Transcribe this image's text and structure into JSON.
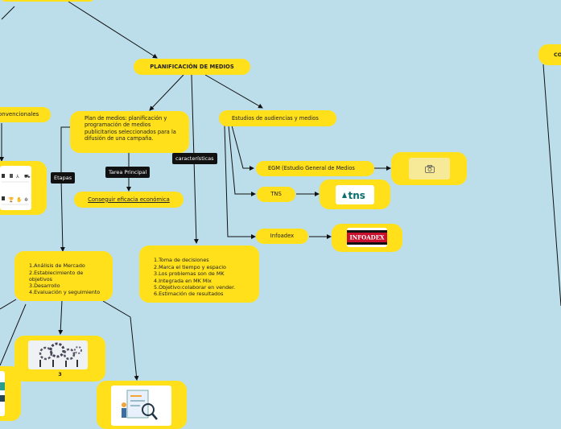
{
  "nodes": {
    "planificacion": "PLANIFICACIÓN DE MEDIOS",
    "convencionales": "onvencionales",
    "plan_medios": "Plan de medios: planificación y programación de medios publicitarios seleccionados para la difusión de una campaña.",
    "eficacia": "Conseguir eficacia económica",
    "estudios": "Estudios de audiencias y medios",
    "egm": "EGM (Estudio General de Medios",
    "tns": "TNS",
    "infoadex": "Infoadex",
    "etapas_list": "1.Análisis de Mercado\n2.Establecimiento de objetivos\n3.Desarrollo\n4.Evaluación y seguimiento",
    "caracteristicas_list": "1.Toma de decisiones\n2.Marca el tiempo y espacio\n3.Los problemas son de MK\n4.Integrada en MK Mix\n5.Objetivo:colaborar en vender.\n6.Estimación de resultados",
    "three": "3",
    "right_partial": "CO"
  },
  "labels": {
    "etapas": "Etapas",
    "tarea": "Tarea Principal",
    "caracteristicas": "características"
  },
  "logos": {
    "tns_text": "tns",
    "infoadex_text": "INFOADEX"
  },
  "colors": {
    "background": "#bcdeeb",
    "node": "#ffe01a",
    "label_bg": "#111111",
    "line": "#111111",
    "tns_logo": "#0a6e6e",
    "infoadex_logo": "#c8102e"
  }
}
